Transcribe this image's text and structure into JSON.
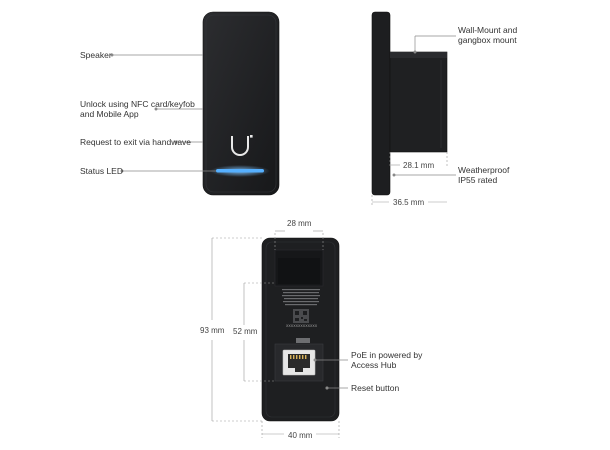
{
  "front": {
    "callouts": [
      {
        "text": "Speaker"
      },
      {
        "text": "Unlock using NFC card/keyfob\nand Mobile App"
      },
      {
        "text": "Request to exit via handwave"
      },
      {
        "text": "Status LED"
      }
    ],
    "logo": "U",
    "led_color": "#4aa8ff"
  },
  "side": {
    "callouts": [
      {
        "text": "Wall-Mount and\ngangbox mount"
      },
      {
        "text": "Weatherproof\nIP55 rated"
      }
    ],
    "dims": [
      "28.1 mm",
      "36.5 mm"
    ]
  },
  "back": {
    "callouts": [
      {
        "text": "PoE in powered by\nAccess Hub"
      },
      {
        "text": "Reset button"
      }
    ],
    "dims": [
      "28 mm",
      "93 mm",
      "52 mm",
      "40 mm"
    ],
    "serial": "XXXXXXXXXXXXX"
  },
  "colors": {
    "device": "#1f2022",
    "device_edge": "#2d2e31",
    "line": "#8a8a8a"
  }
}
